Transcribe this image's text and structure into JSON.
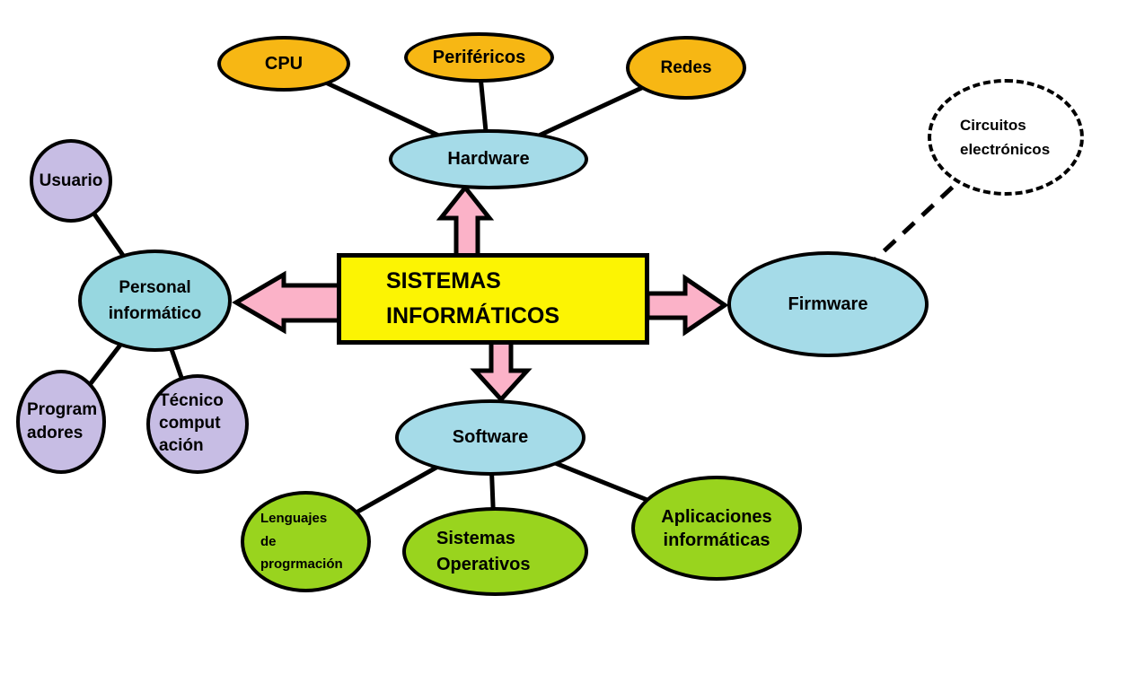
{
  "diagram_title": "SISTEMAS INFORMÁTICOS",
  "nodes": {
    "center_box": {
      "label": "SISTEMAS\nINFORMÁTICOS"
    },
    "hardware": {
      "label": "Hardware"
    },
    "cpu": {
      "label": "CPU"
    },
    "perifericos": {
      "label": "Periféricos"
    },
    "redes": {
      "label": "Redes"
    },
    "personal_informatico": {
      "label": "Personal\ninformático"
    },
    "usuario": {
      "label": "Usuario"
    },
    "programadores": {
      "label": "Program\nadores"
    },
    "tecnico_computacion": {
      "label": "Técnico\ncomput\nación"
    },
    "firmware": {
      "label": "Firmware"
    },
    "circuitos_electronicos": {
      "label": "Circuitos\nelectrónicos"
    },
    "software": {
      "label": "Software"
    },
    "lenguajes_programacion": {
      "label": "Lenguajes\nde\nprogrmación"
    },
    "sistemas_operativos": {
      "label": "Sistemas\nOperativos"
    },
    "aplicaciones_informaticas": {
      "label": "Aplicaciones\ninformáticas"
    }
  },
  "edges": [
    {
      "from": "cpu",
      "to": "hardware",
      "style": "solid"
    },
    {
      "from": "perifericos",
      "to": "hardware",
      "style": "solid"
    },
    {
      "from": "redes",
      "to": "hardware",
      "style": "solid"
    },
    {
      "from": "usuario",
      "to": "personal_informatico",
      "style": "solid"
    },
    {
      "from": "programadores",
      "to": "personal_informatico",
      "style": "solid"
    },
    {
      "from": "tecnico_computacion",
      "to": "personal_informatico",
      "style": "solid"
    },
    {
      "from": "lenguajes_programacion",
      "to": "software",
      "style": "solid"
    },
    {
      "from": "sistemas_operativos",
      "to": "software",
      "style": "solid"
    },
    {
      "from": "aplicaciones_informaticas",
      "to": "software",
      "style": "solid"
    },
    {
      "from": "firmware",
      "to": "circuitos_electronicos",
      "style": "dashed"
    },
    {
      "from": "center_box",
      "to": "hardware",
      "style": "block-arrow"
    },
    {
      "from": "center_box",
      "to": "personal_informatico",
      "style": "block-arrow"
    },
    {
      "from": "center_box",
      "to": "firmware",
      "style": "block-arrow"
    },
    {
      "from": "center_box",
      "to": "software",
      "style": "block-arrow"
    }
  ],
  "colors": {
    "orange": "#F7B714",
    "blue": "#A5DBE8",
    "teal": "#97D7E0",
    "purple": "#C7BDE4",
    "green": "#99D41E",
    "pink": "#FBB2C8",
    "yellow": "#FCF403"
  }
}
